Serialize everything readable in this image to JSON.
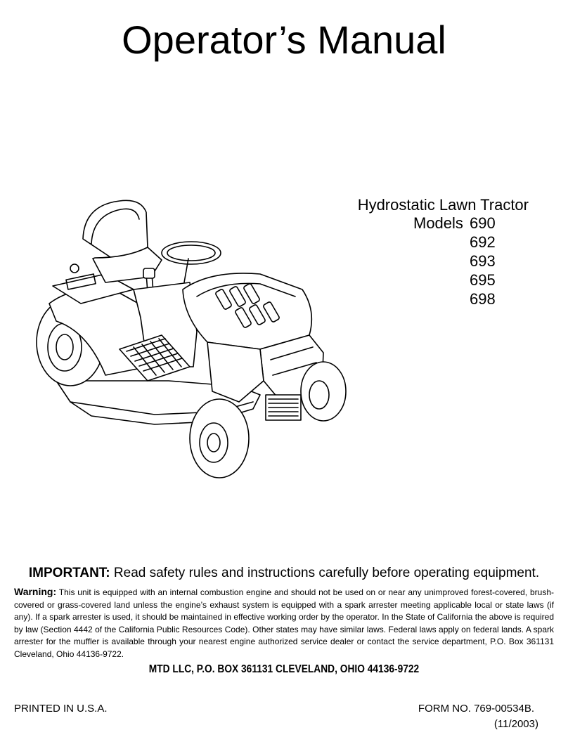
{
  "title": "Operator’s Manual",
  "product": {
    "name": "Hydrostatic Lawn Tractor",
    "models_label": "Models",
    "models": [
      "690",
      "692",
      "693",
      "695",
      "698"
    ]
  },
  "important": {
    "label": "IMPORTANT:",
    "text": " Read safety rules and instructions carefully before operating equipment."
  },
  "warning": {
    "label": "Warning:",
    "text": " This unit is equipped with an internal combustion engine and should not be used on or near any unimproved forest-covered, brush-covered or grass-covered land unless the engine’s exhaust system is equipped with a spark arrester meeting applicable local or state laws (if any). If a spark arrester is used, it should be maintained in effective working order by the operator. In the State of California the above is required by law (Section 4442 of the California Public Resources Code). Other states may have similar laws. Federal laws apply on federal lands. A spark arrester for the muffler is available through your nearest engine authorized service dealer or contact the service department, P.O. Box 361131 Cleveland, Ohio 44136-9722."
  },
  "address": "MTD LLC, P.O. BOX 361131 CLEVELAND, OHIO 44136-9722",
  "footer": {
    "printed": "PRINTED IN U.S.A.",
    "form": "FORM NO. 769-00534B.",
    "date": "(11/2003)"
  }
}
